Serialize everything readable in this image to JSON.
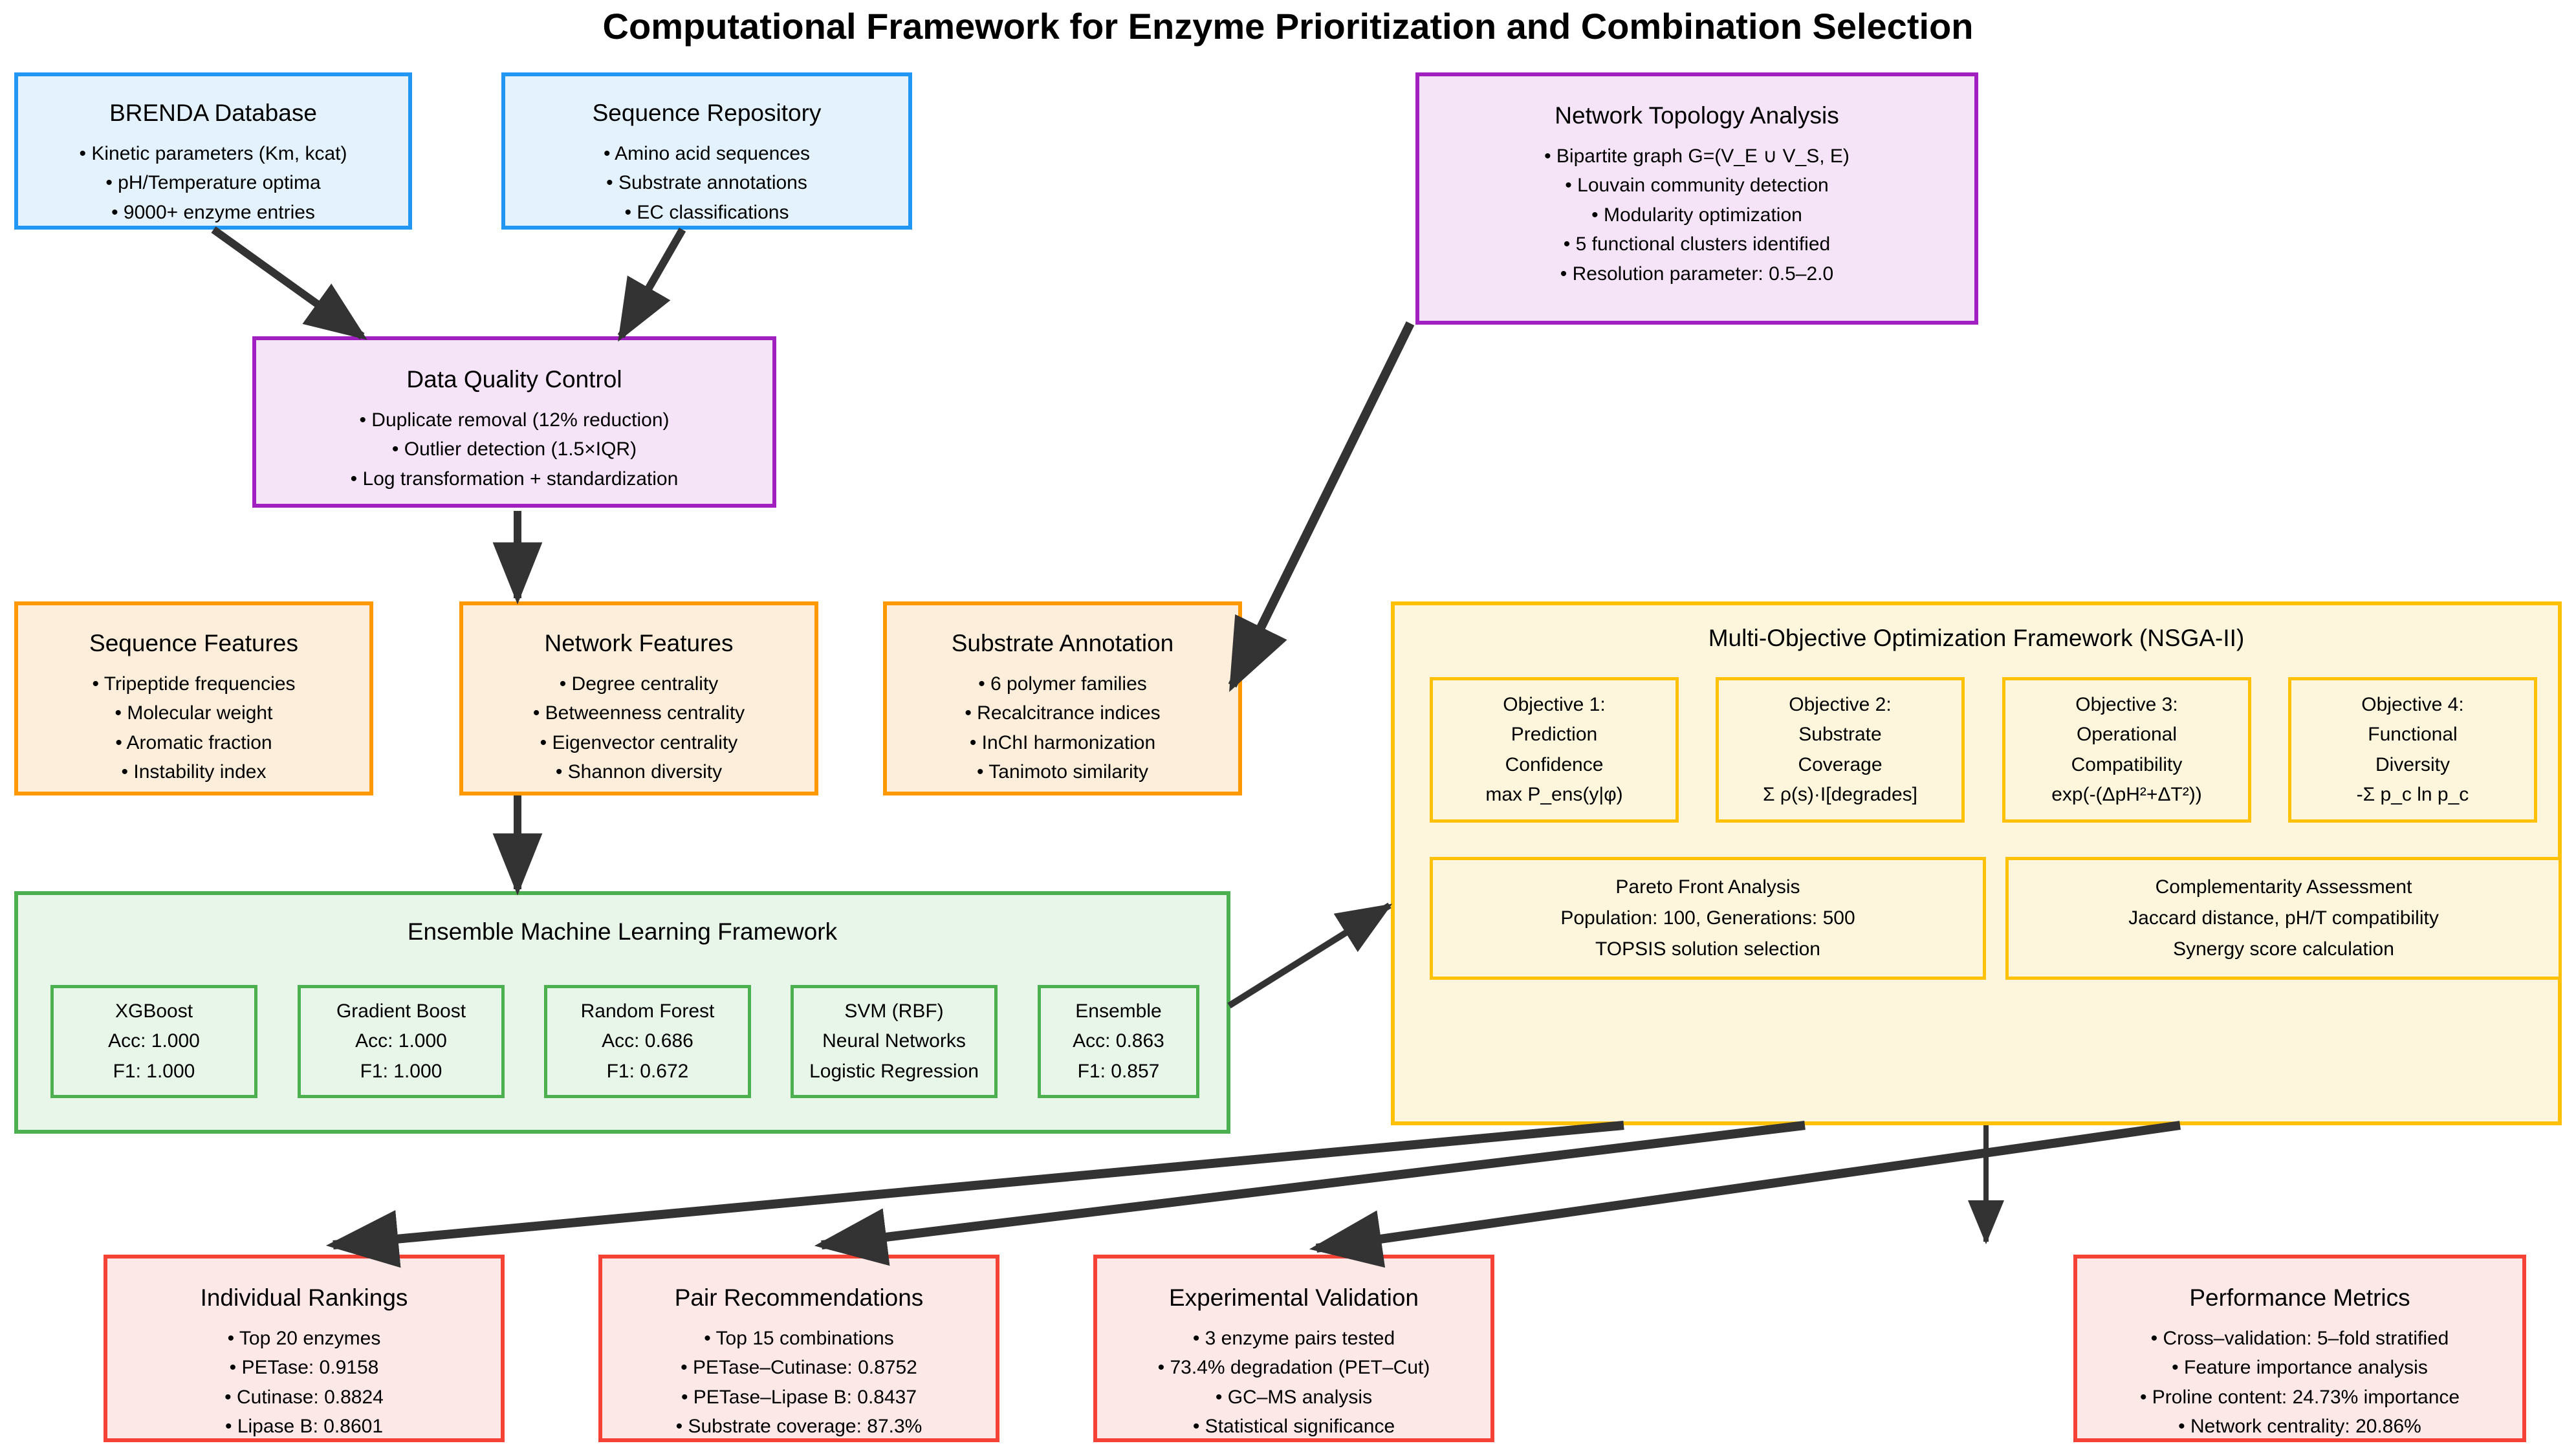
{
  "title": "Computational Framework for Enzyme Prioritization and Combination Selection",
  "colors": {
    "blue_border": "#2196f3",
    "blue_fill": "#e3f2fd",
    "purple_border": "#a020c0",
    "purple_fill": "#f5e4f7",
    "orange_border": "#ff9800",
    "orange_fill": "#fdeedb",
    "green_border": "#4caf50",
    "green_fill": "#e8f5e9",
    "yellow_border": "#ffc107",
    "yellow_fill": "#fdf6dd",
    "red_border": "#f44336",
    "red_fill": "#fde8e8",
    "arrow": "#333333"
  },
  "nodes": {
    "brenda": {
      "title": "BRENDA Database",
      "items": [
        "• Kinetic parameters (Km, kcat)",
        "• pH/Temperature optima",
        "• 9000+ enzyme entries"
      ]
    },
    "sequence_repo": {
      "title": "Sequence Repository",
      "items": [
        "• Amino acid sequences",
        "• Substrate annotations",
        "• EC classifications"
      ]
    },
    "network_topology": {
      "title": "Network Topology Analysis",
      "items": [
        "• Bipartite graph G=(V_E ∪ V_S, E)",
        "• Louvain community detection",
        "• Modularity optimization",
        "• 5 functional clusters identified",
        "• Resolution parameter: 0.5–2.0"
      ]
    },
    "data_quality": {
      "title": "Data Quality Control",
      "items": [
        "• Duplicate removal (12% reduction)",
        "• Outlier detection (1.5×IQR)",
        "• Log transformation + standardization"
      ]
    },
    "sequence_features": {
      "title": "Sequence Features",
      "items": [
        "• Tripeptide frequencies",
        "• Molecular weight",
        "• Aromatic fraction",
        "• Instability index"
      ]
    },
    "network_features": {
      "title": "Network Features",
      "items": [
        "• Degree centrality",
        "• Betweenness centrality",
        "• Eigenvector centrality",
        "• Shannon diversity"
      ]
    },
    "substrate_annotation": {
      "title": "Substrate Annotation",
      "items": [
        "• 6 polymer families",
        "• Recalcitrance indices",
        "• InChI harmonization",
        "• Tanimoto similarity"
      ]
    },
    "ensemble_ml": {
      "title": "Ensemble Machine Learning Framework",
      "models": [
        {
          "name": "XGBoost",
          "lines": [
            "Acc: 1.000",
            "F1: 1.000"
          ]
        },
        {
          "name": "Gradient Boost",
          "lines": [
            "Acc: 1.000",
            "F1: 1.000"
          ]
        },
        {
          "name": "Random Forest",
          "lines": [
            "Acc: 0.686",
            "F1: 0.672"
          ]
        },
        {
          "name": "SVM (RBF)",
          "lines": [
            "Neural Networks",
            "Logistic Regression"
          ]
        },
        {
          "name": "Ensemble",
          "lines": [
            "Acc: 0.863",
            "F1: 0.857"
          ]
        }
      ]
    },
    "nsga": {
      "title": "Multi-Objective Optimization Framework (NSGA-II)",
      "objectives": [
        {
          "label": "Objective 1:",
          "name1": "Prediction",
          "name2": "Confidence",
          "formula": "max P_ens(y|φ)"
        },
        {
          "label": "Objective 2:",
          "name1": "Substrate",
          "name2": "Coverage",
          "formula": "Σ ρ(s)·I[degrades]"
        },
        {
          "label": "Objective 3:",
          "name1": "Operational",
          "name2": "Compatibility",
          "formula": "exp(-(ΔpH²+ΔT²))"
        },
        {
          "label": "Objective 4:",
          "name1": "Functional",
          "name2": "Diversity",
          "formula": "-Σ p_c ln p_c"
        }
      ],
      "pareto": {
        "title": "Pareto Front Analysis",
        "line2": "Population: 100, Generations: 500",
        "line3": "TOPSIS solution selection"
      },
      "complementarity": {
        "title": "Complementarity Assessment",
        "line2": "Jaccard distance, pH/T compatibility",
        "line3": "Synergy score calculation"
      }
    },
    "individual_rankings": {
      "title": "Individual Rankings",
      "items": [
        "• Top 20 enzymes",
        "• PETase: 0.9158",
        "• Cutinase: 0.8824",
        "• Lipase B: 0.8601"
      ]
    },
    "pair_recommendations": {
      "title": "Pair Recommendations",
      "items": [
        "• Top 15 combinations",
        "• PETase–Cutinase: 0.8752",
        "• PETase–Lipase B: 0.8437",
        "• Substrate coverage: 87.3%"
      ]
    },
    "experimental_validation": {
      "title": "Experimental Validation",
      "items": [
        "• 3 enzyme pairs tested",
        "• 73.4% degradation (PET–Cut)",
        "• GC–MS analysis",
        "• Statistical significance"
      ]
    },
    "performance_metrics": {
      "title": "Performance Metrics",
      "items": [
        "• Cross–validation: 5–fold stratified",
        "• Feature importance analysis",
        "• Proline content: 24.73% importance",
        "• Network centrality: 20.86%"
      ]
    }
  }
}
